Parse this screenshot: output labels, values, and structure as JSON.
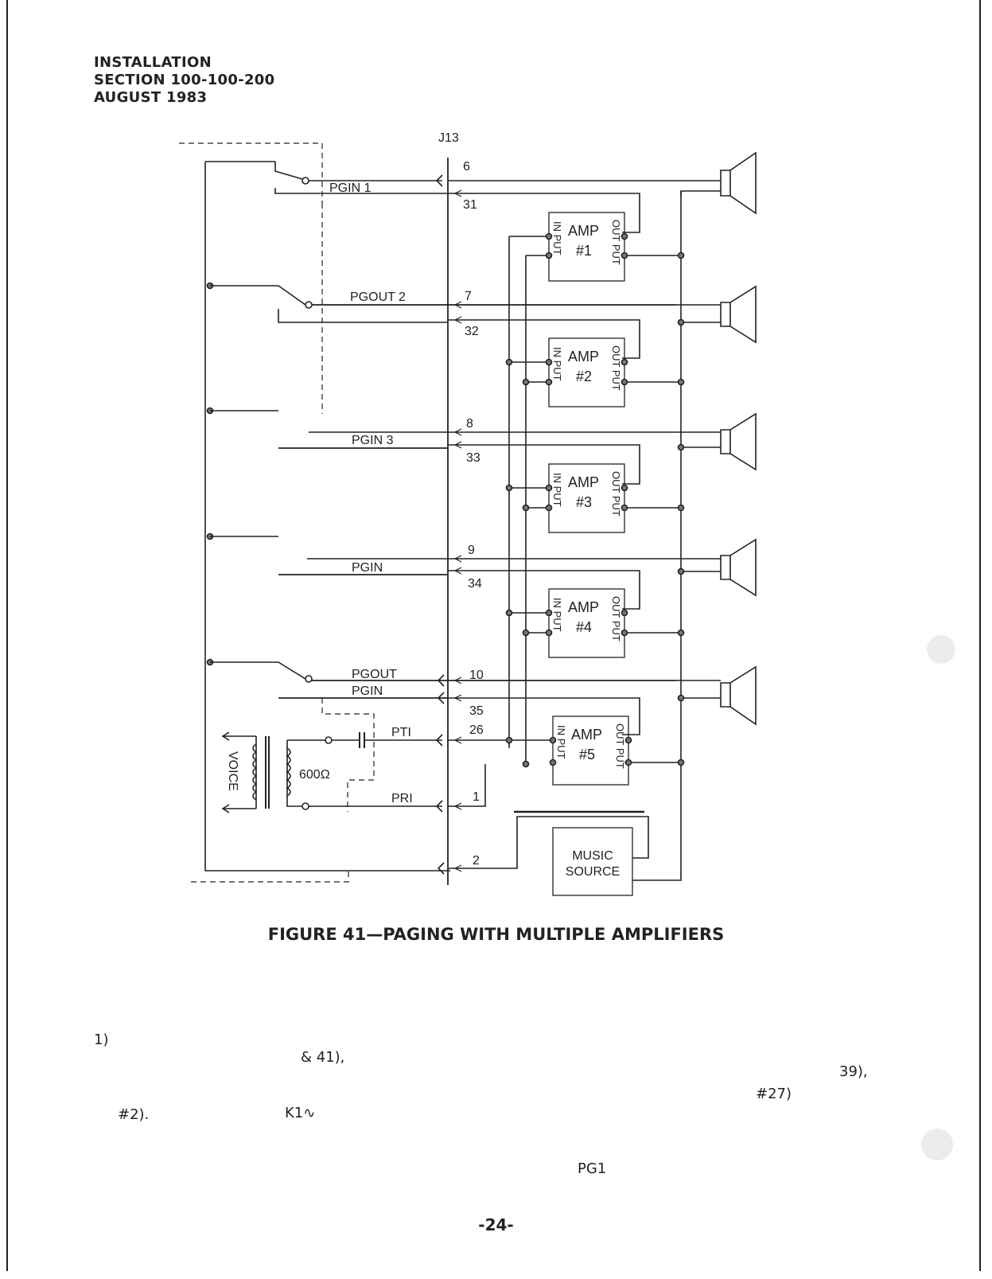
{
  "header": {
    "line1": "INSTALLATION",
    "line2": "SECTION 100-100-200",
    "line3": "AUGUST 1983"
  },
  "schematic": {
    "connector_label": "J13",
    "pin_labels": [
      "6",
      "31",
      "7",
      "32",
      "8",
      "33",
      "9",
      "34",
      "10",
      "35",
      "26",
      "1",
      "2"
    ],
    "line_labels": [
      "PGIN 1",
      "PGOUT 2",
      "PGIN 3",
      "PGIN",
      "PGOUT",
      "PGIN",
      "PTI",
      "PRI"
    ],
    "amplifiers": [
      {
        "amp": "AMP",
        "num": "#1",
        "in": "IN PUT",
        "out": "OUT PUT"
      },
      {
        "amp": "AMP",
        "num": "#2",
        "in": "IN PUT",
        "out": "OUT PUT"
      },
      {
        "amp": "AMP",
        "num": "#3",
        "in": "IN PUT",
        "out": "OUT PUT"
      },
      {
        "amp": "AMP",
        "num": "#4",
        "in": "IN PUT",
        "out": "OUT PUT"
      },
      {
        "amp": "AMP",
        "num": "#5",
        "in": "IN PUT",
        "out": "OUT PUT"
      }
    ],
    "voice_label": "VOICE",
    "impedance_label": "600Ω",
    "music_source_line1": "MUSIC",
    "music_source_line2": "SOURCE"
  },
  "figure_caption": "FIGURE 41—PAGING WITH MULTIPLE AMPLIFIERS",
  "body_fragments": {
    "item": "1)",
    "frag_a": "& 41),",
    "frag_b": "39),",
    "frag_c": "#27)",
    "frag_d": "#2).",
    "frag_e": "K1∿",
    "frag_f": "PG1"
  },
  "page_number": "-24-"
}
